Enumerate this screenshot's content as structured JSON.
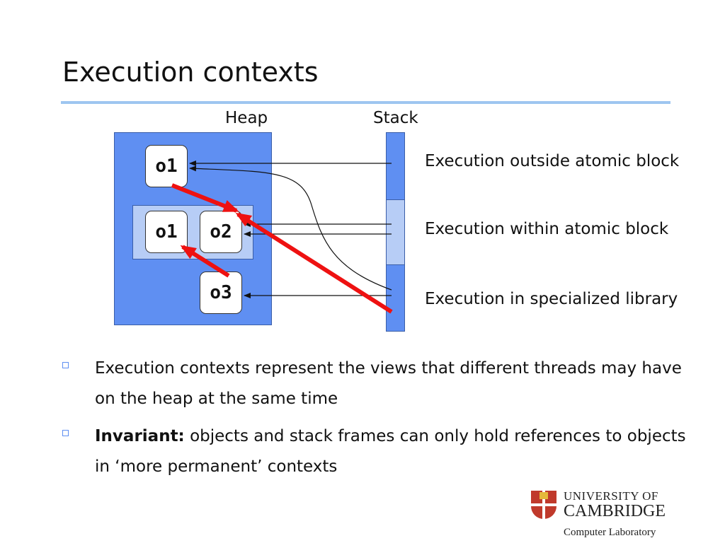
{
  "title": "Execution contexts",
  "diagram": {
    "heap_label": "Heap",
    "stack_label": "Stack",
    "objects": {
      "top": "o1",
      "inner_left": "o1",
      "inner_right": "o2",
      "bottom": "o3"
    },
    "stack_labels": [
      "Execution outside atomic block",
      "Execution within atomic block",
      "Execution in specialized library"
    ],
    "colors": {
      "heap": "#5f8ff2",
      "inner_context": "#b7cdf6",
      "invalid_reference": "#ee1111",
      "rule": "#9ec6f0"
    }
  },
  "bullets": [
    {
      "text": "Execution contexts represent the views that different threads may have on the heap at the same time"
    },
    {
      "lead": "Invariant:",
      "text": " objects and stack frames can only hold references to objects in ‘more permanent’ contexts"
    }
  ],
  "logo": {
    "line1": "UNIVERSITY OF",
    "line2": "CAMBRIDGE",
    "line3": "Computer Laboratory",
    "icon": "cambridge-shield-icon"
  }
}
